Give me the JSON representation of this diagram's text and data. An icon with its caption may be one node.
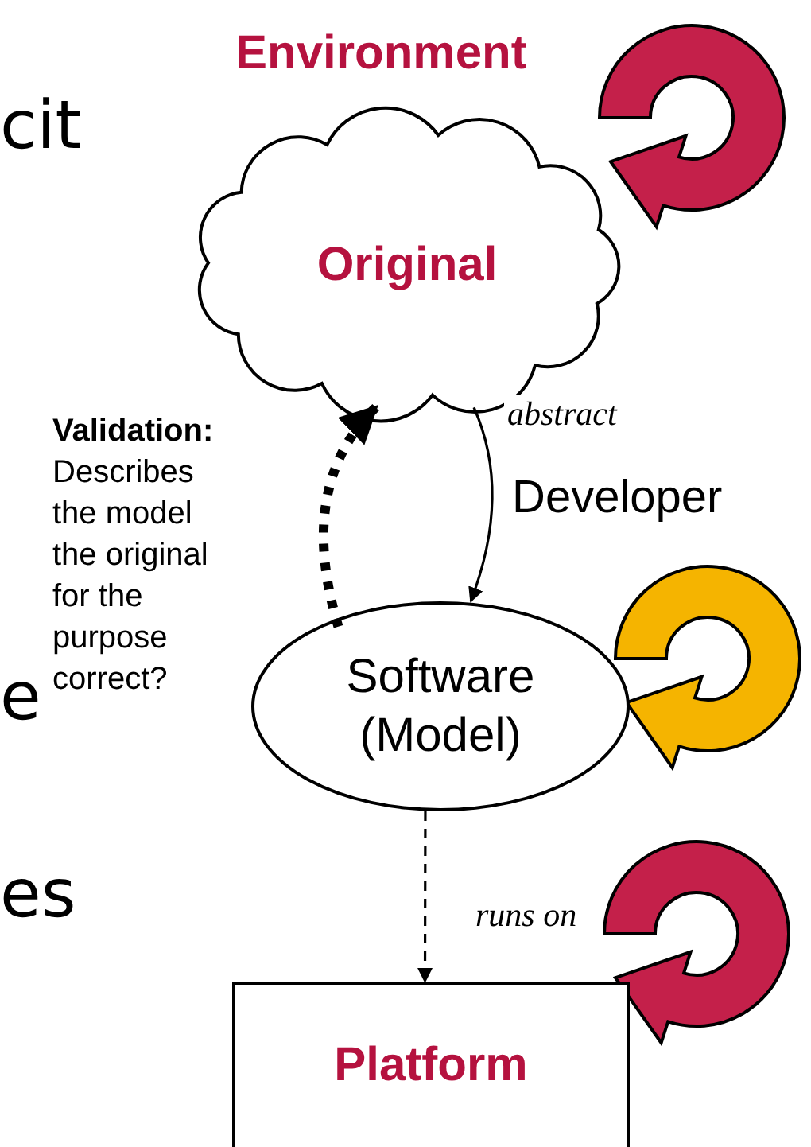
{
  "diagram": {
    "nodes": [
      {
        "text": [
          "Original"
        ]
      },
      {
        "text": [
          "Software (Model)"
        ]
      },
      {
        "text": [
          "Platform"
        ]
      }
    ],
    "edges": [
      {
        "from": 0,
        "to": 1,
        "arrow": "to",
        "label": "abstract"
      },
      {
        "from": 1,
        "to": 0,
        "arrow": "to",
        "style": "dashed"
      },
      {
        "from": 1,
        "to": 2,
        "arrow": "to",
        "style": "dashed",
        "label": "runs on"
      }
    ],
    "labels": [
      "Environment",
      "cit",
      "**Validation:** Describes the model the original for the purpose correct?",
      "Developer",
      "e",
      "es"
    ]
  }
}
